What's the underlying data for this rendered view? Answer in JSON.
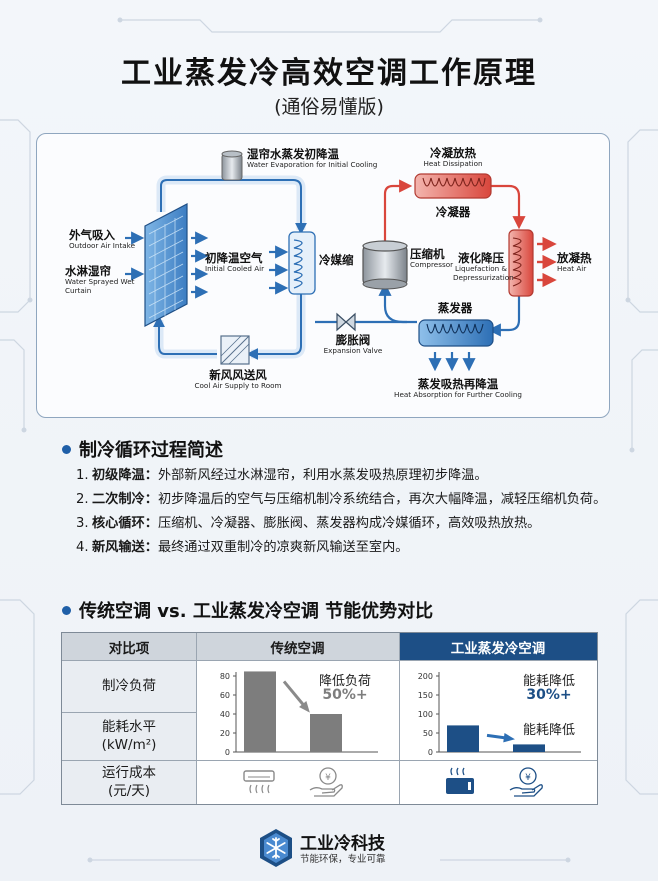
{
  "header": {
    "title": "工业蒸发冷高效空调工作原理",
    "subtitle": "(通俗易懂版)"
  },
  "diagram": {
    "outdoor_air": {
      "zh": "外气吸入",
      "en": "Outdoor Air Intake"
    },
    "water_curtain": {
      "zh": "水淋湿帘",
      "en": "Water Sprayed Wet Curtain"
    },
    "evap_initial": {
      "zh": "湿帘水蒸发初降温",
      "en": "Water Evaporation for Initial Cooling"
    },
    "initial_cooled": {
      "zh": "初降温空气",
      "en": "Initial Cooled Air"
    },
    "refrigerant_shrink": {
      "zh": "冷媒缩"
    },
    "compressor": {
      "zh": "压缩机",
      "en": "Compressor"
    },
    "condense_heat": {
      "zh": "冷凝放热",
      "en": "Heat Dissipation"
    },
    "condenser": {
      "zh": "冷凝器"
    },
    "liquefaction": {
      "zh": "液化降压",
      "en": "Liquefaction & Depressurization"
    },
    "heat_out": {
      "zh": "放凝热",
      "en": "Heat Air"
    },
    "expansion_valve": {
      "zh": "膨胀阀",
      "en": "Expansion Valve"
    },
    "evaporator": {
      "zh": "蒸发器"
    },
    "evap_absorb": {
      "zh": "蒸发吸热再降温",
      "en": "Heat Absorption for Further Cooling"
    },
    "supply_air": {
      "zh": "新风风送风",
      "en": "Cool Air Supply to Room"
    }
  },
  "process": {
    "heading": "制冷循环过程简述",
    "steps": [
      {
        "num": "1.",
        "head": "初级降温：",
        "text": "外部新风经过水淋湿帘，利用水蒸发吸热原理初步降温。"
      },
      {
        "num": "2.",
        "head": "二次制冷：",
        "text": "初步降温后的空气与压缩机制冷系统结合，再次大幅降温，减轻压缩机负荷。"
      },
      {
        "num": "3.",
        "head": "核心循环：",
        "text": "压缩机、冷凝器、膨胀阀、蒸发器构成冷媒循环，高效吸热放热。"
      },
      {
        "num": "4.",
        "head": "新风输送：",
        "text": "最终通过双重制冷的凉爽新风输送至室内。"
      }
    ]
  },
  "compare": {
    "heading": "传统空调 vs. 工业蒸发冷空调 节能优势对比",
    "col_item": "对比项",
    "col_traditional": "传统空调",
    "col_industrial": "工业蒸发冷空调",
    "row_load": "制冷负荷",
    "row_energy": "能耗水平\n(kW/m²)",
    "row_cost": "运行成本\n(元/天)",
    "trad_note_line1": "降低负荷",
    "trad_note_line2": "50%+",
    "ind_note_line1": "能耗降低",
    "ind_note_line2": "30%+",
    "ind_note_line3": "能耗降低"
  },
  "chart_data": [
    {
      "type": "bar",
      "title": "",
      "categories": [
        "",
        ""
      ],
      "values": [
        85,
        40
      ],
      "ylim": [
        0,
        80
      ],
      "yticks": [
        0,
        20,
        40,
        60,
        80
      ],
      "colors": [
        "#7d7d7d",
        "#7d7d7d"
      ]
    },
    {
      "type": "bar",
      "title": "",
      "categories": [
        "",
        ""
      ],
      "values": [
        70,
        20
      ],
      "ylim": [
        0,
        200
      ],
      "yticks": [
        0,
        50,
        100,
        150,
        200
      ],
      "colors": [
        "#1d4f86",
        "#1d4f86"
      ]
    }
  ],
  "footer": {
    "brand": "工业冷科技",
    "tagline": "节能环保，专业可靠"
  },
  "colors": {
    "accent_blue": "#1d4f86",
    "hot_red": "#d9463c",
    "cool_blue": "#2d6fb5"
  }
}
